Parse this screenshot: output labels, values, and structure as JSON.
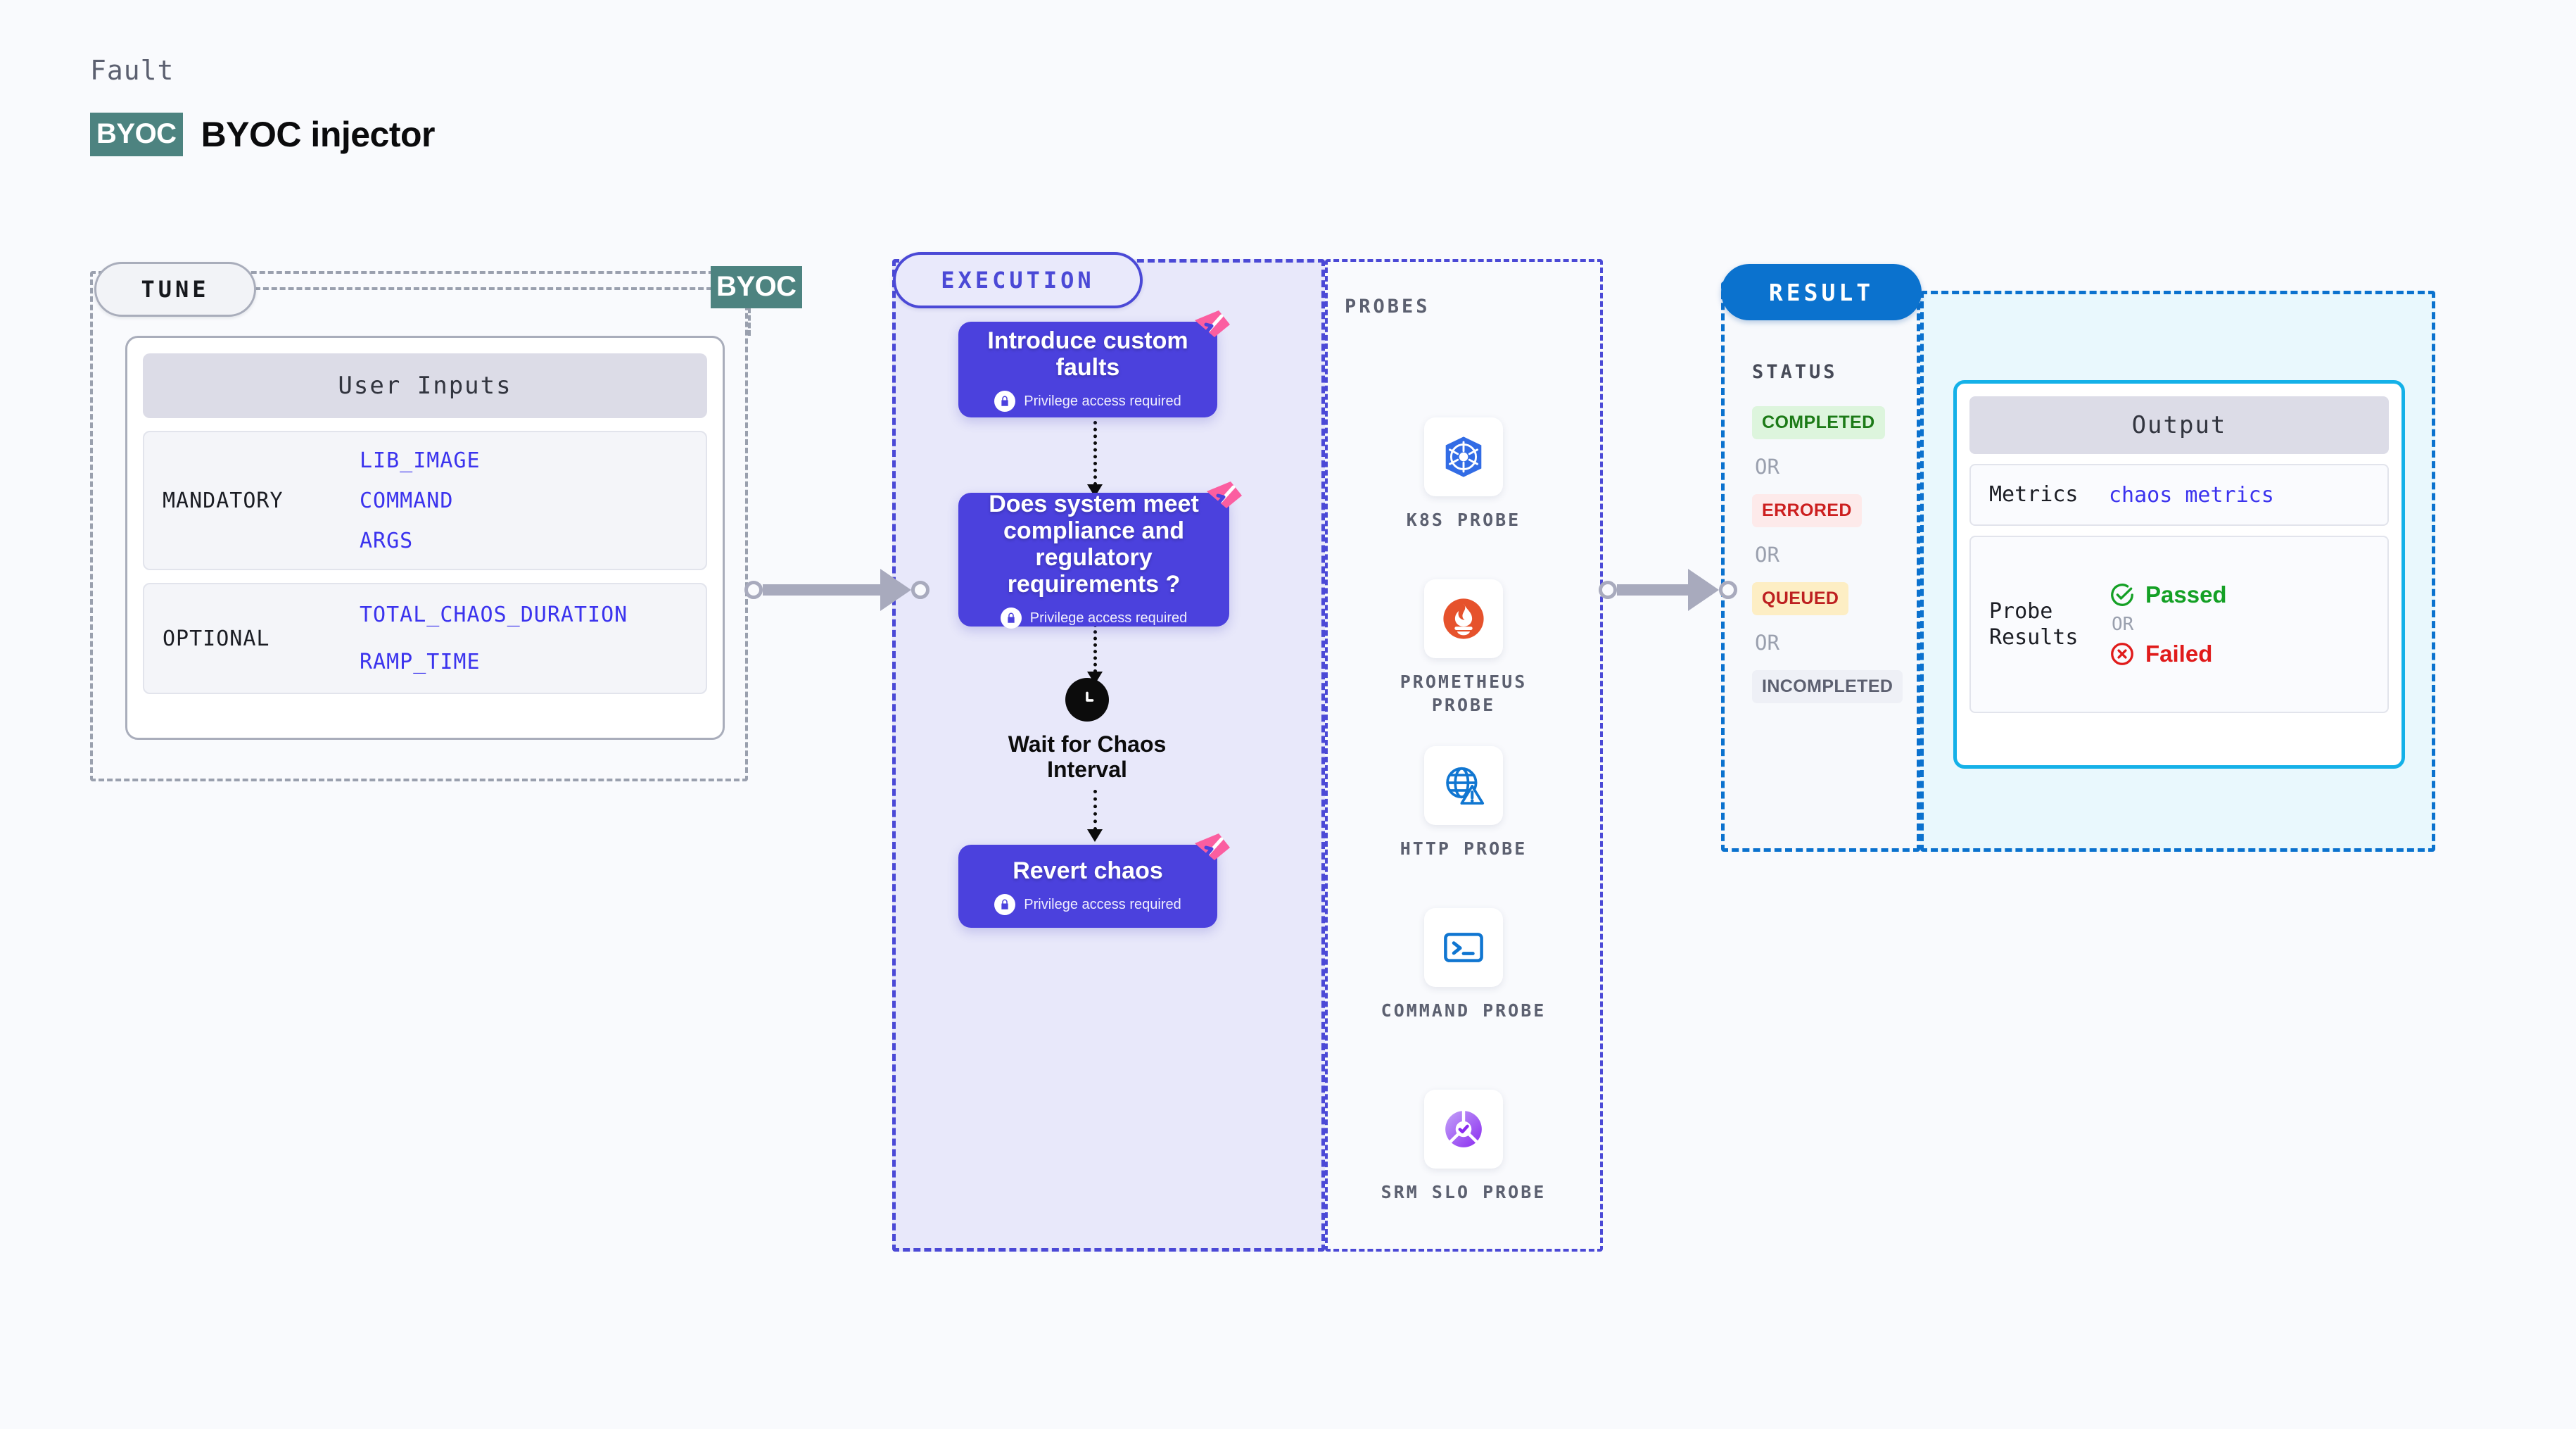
{
  "header": {
    "eyebrow": "Fault",
    "chip": "BYOC",
    "title": "BYOC injector"
  },
  "tune": {
    "pill_label": "TUNE",
    "byoc_tag": "BYOC",
    "card_title": "User Inputs",
    "groups": [
      {
        "label": "MANDATORY",
        "values": [
          "LIB_IMAGE",
          "COMMAND",
          "ARGS"
        ]
      },
      {
        "label": "OPTIONAL",
        "values": [
          "TOTAL_CHAOS_DURATION",
          "RAMP_TIME"
        ]
      }
    ]
  },
  "execution": {
    "pill_label": "EXECUTION",
    "privilege_note": "Privilege access required",
    "nodes": [
      {
        "title": "Introduce custom faults",
        "has_privilege": true,
        "has_ribbon": true
      },
      {
        "title": "Does system meet compliance and regulatory requirements ?",
        "has_privilege": true,
        "has_ribbon": true
      },
      {
        "title": "Revert chaos",
        "has_privilege": true,
        "has_ribbon": true
      }
    ],
    "wait_node": {
      "label": "Wait for Chaos Interval",
      "icon": "clock-icon"
    }
  },
  "probes": {
    "title": "PROBES",
    "items": [
      {
        "label": "K8S PROBE",
        "icon": "kubernetes-icon"
      },
      {
        "label": "PROMETHEUS PROBE",
        "icon": "prometheus-icon"
      },
      {
        "label": "HTTP PROBE",
        "icon": "globe-warning-icon"
      },
      {
        "label": "COMMAND PROBE",
        "icon": "terminal-icon"
      },
      {
        "label": "SRM SLO PROBE",
        "icon": "srm-slo-icon"
      }
    ]
  },
  "result": {
    "pill_label": "RESULT",
    "status_title": "STATUS",
    "or_label": "OR",
    "statuses": [
      {
        "label": "COMPLETED",
        "variant": "completed"
      },
      {
        "label": "ERRORED",
        "variant": "errored"
      },
      {
        "label": "QUEUED",
        "variant": "queued"
      },
      {
        "label": "INCOMPLETED",
        "variant": "incomplete"
      }
    ],
    "output": {
      "title": "Output",
      "metrics_key": "Metrics",
      "metrics_value": "chaos metrics",
      "probe_key": "Probe Results",
      "passed_label": "Passed",
      "failed_label": "Failed",
      "or_label": "OR"
    }
  },
  "colors": {
    "page_bg": "#f9fafd",
    "byoc_teal": "#4d8380",
    "indigo": "#4b41dd",
    "execution_bg": "#e8e8fa",
    "result_blue": "#0b72ce",
    "output_cyan": "#14b1e8",
    "ribbon_pink": "#fb5ea0",
    "passed_green": "#14a025",
    "failed_red": "#e01b1b",
    "connector_gray": "#a8aabd"
  }
}
